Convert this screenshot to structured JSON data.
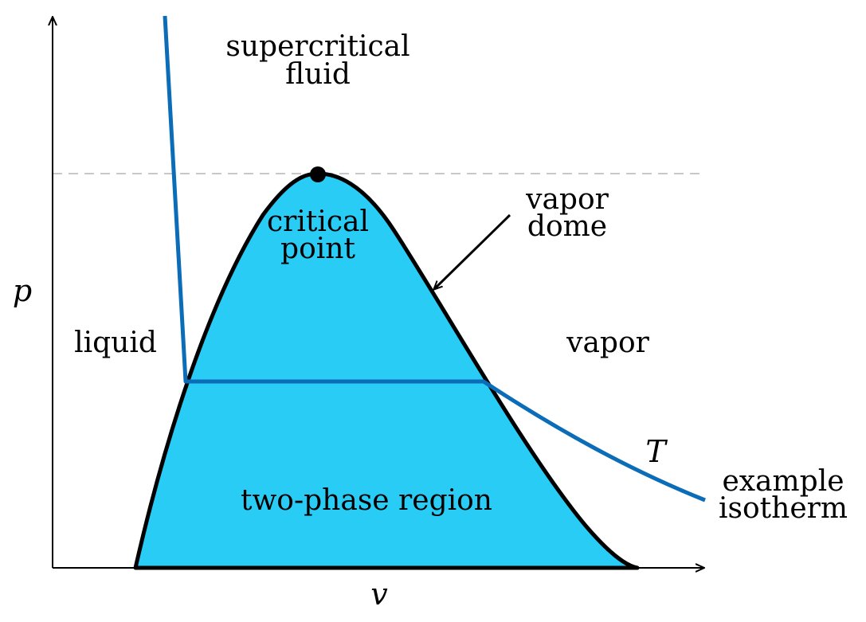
{
  "axes": {
    "x_label": "v",
    "y_label": "p"
  },
  "regions": {
    "supercritical_line1": "supercritical",
    "supercritical_line2": "fluid",
    "liquid": "liquid",
    "vapor": "vapor",
    "two_phase": "two-phase region",
    "critical_line1": "critical",
    "critical_line2": "point",
    "dome_line1": "vapor",
    "dome_line2": "dome"
  },
  "isotherm": {
    "symbol": "T",
    "label_line1": "example",
    "label_line2": "isotherm"
  },
  "colors": {
    "dome_fill": "#28ccf5",
    "isotherm": "#0b6db8",
    "outline": "#000000",
    "critical_guide": "#c8c8c8",
    "two_phase_text": "#ffffff"
  }
}
